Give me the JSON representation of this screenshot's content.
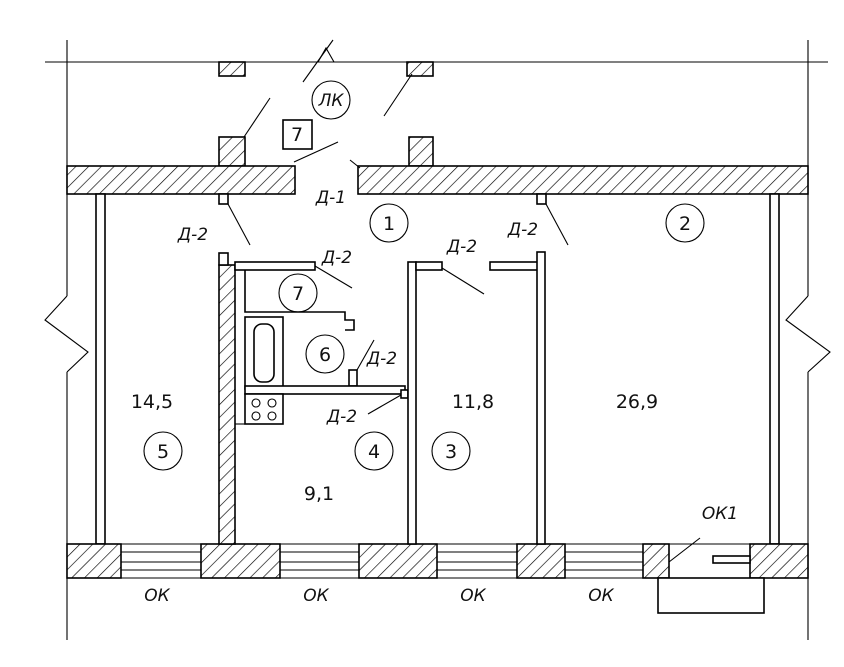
{
  "room_numbers": {
    "r1": "1",
    "r2": "2",
    "r3": "3",
    "r4": "4",
    "r5": "5",
    "r6": "6",
    "r7": "7"
  },
  "areas": {
    "a5": "14,5",
    "a4": "9,1",
    "a3": "11,8",
    "a2": "26,9"
  },
  "stair": {
    "label": "ЛК",
    "box": "7"
  },
  "doors": {
    "d1": "Д-1",
    "d2": "Д-2"
  },
  "windows": {
    "ok": "ОК",
    "ok1": "ОК1"
  }
}
